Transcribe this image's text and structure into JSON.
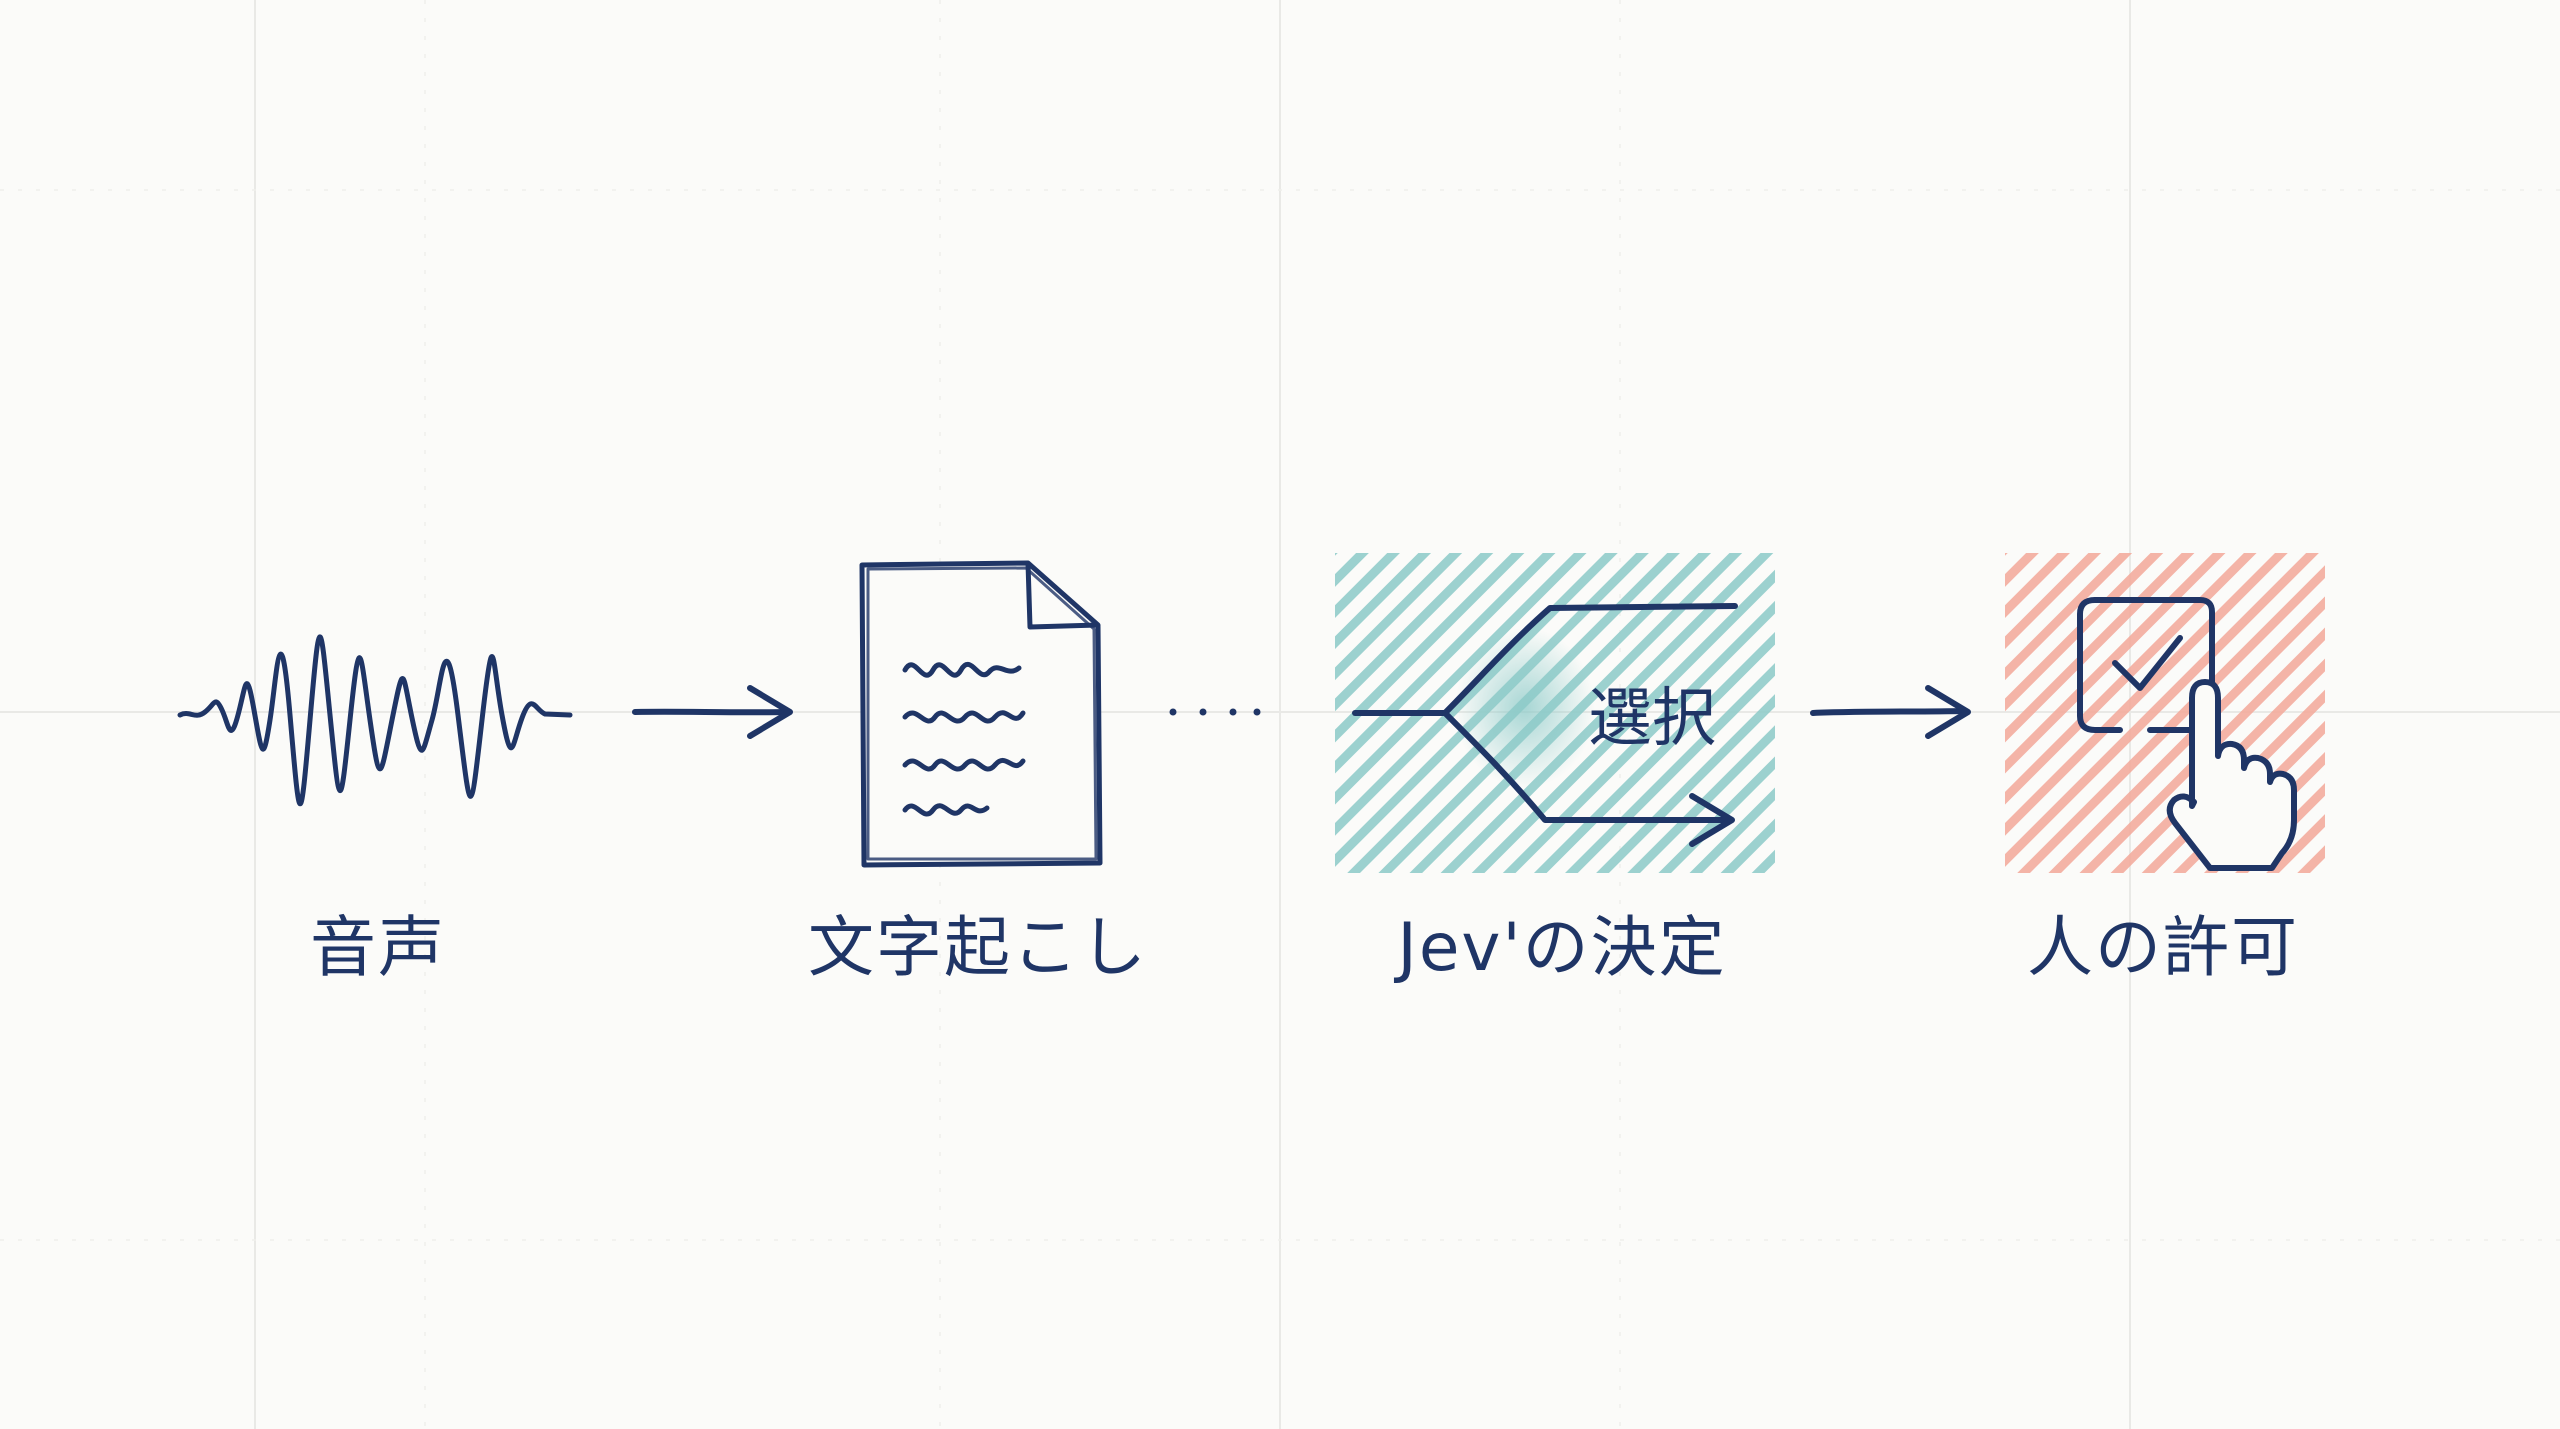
{
  "steps": [
    {
      "id": "audio",
      "label": "音声",
      "icon": "sound-wave-icon"
    },
    {
      "id": "transcript",
      "label": "文字起こし",
      "icon": "document-icon"
    },
    {
      "id": "decision",
      "label": "Jev'の決定",
      "icon": "branch-fork-icon",
      "inner_label": "選択"
    },
    {
      "id": "approval",
      "label": "人の許可",
      "icon": "checkbox-click-icon"
    }
  ],
  "colors": {
    "ink": "#1f3566",
    "teal": "#8ccac8",
    "salmon": "#f3a899",
    "background": "#fbfbf9"
  }
}
